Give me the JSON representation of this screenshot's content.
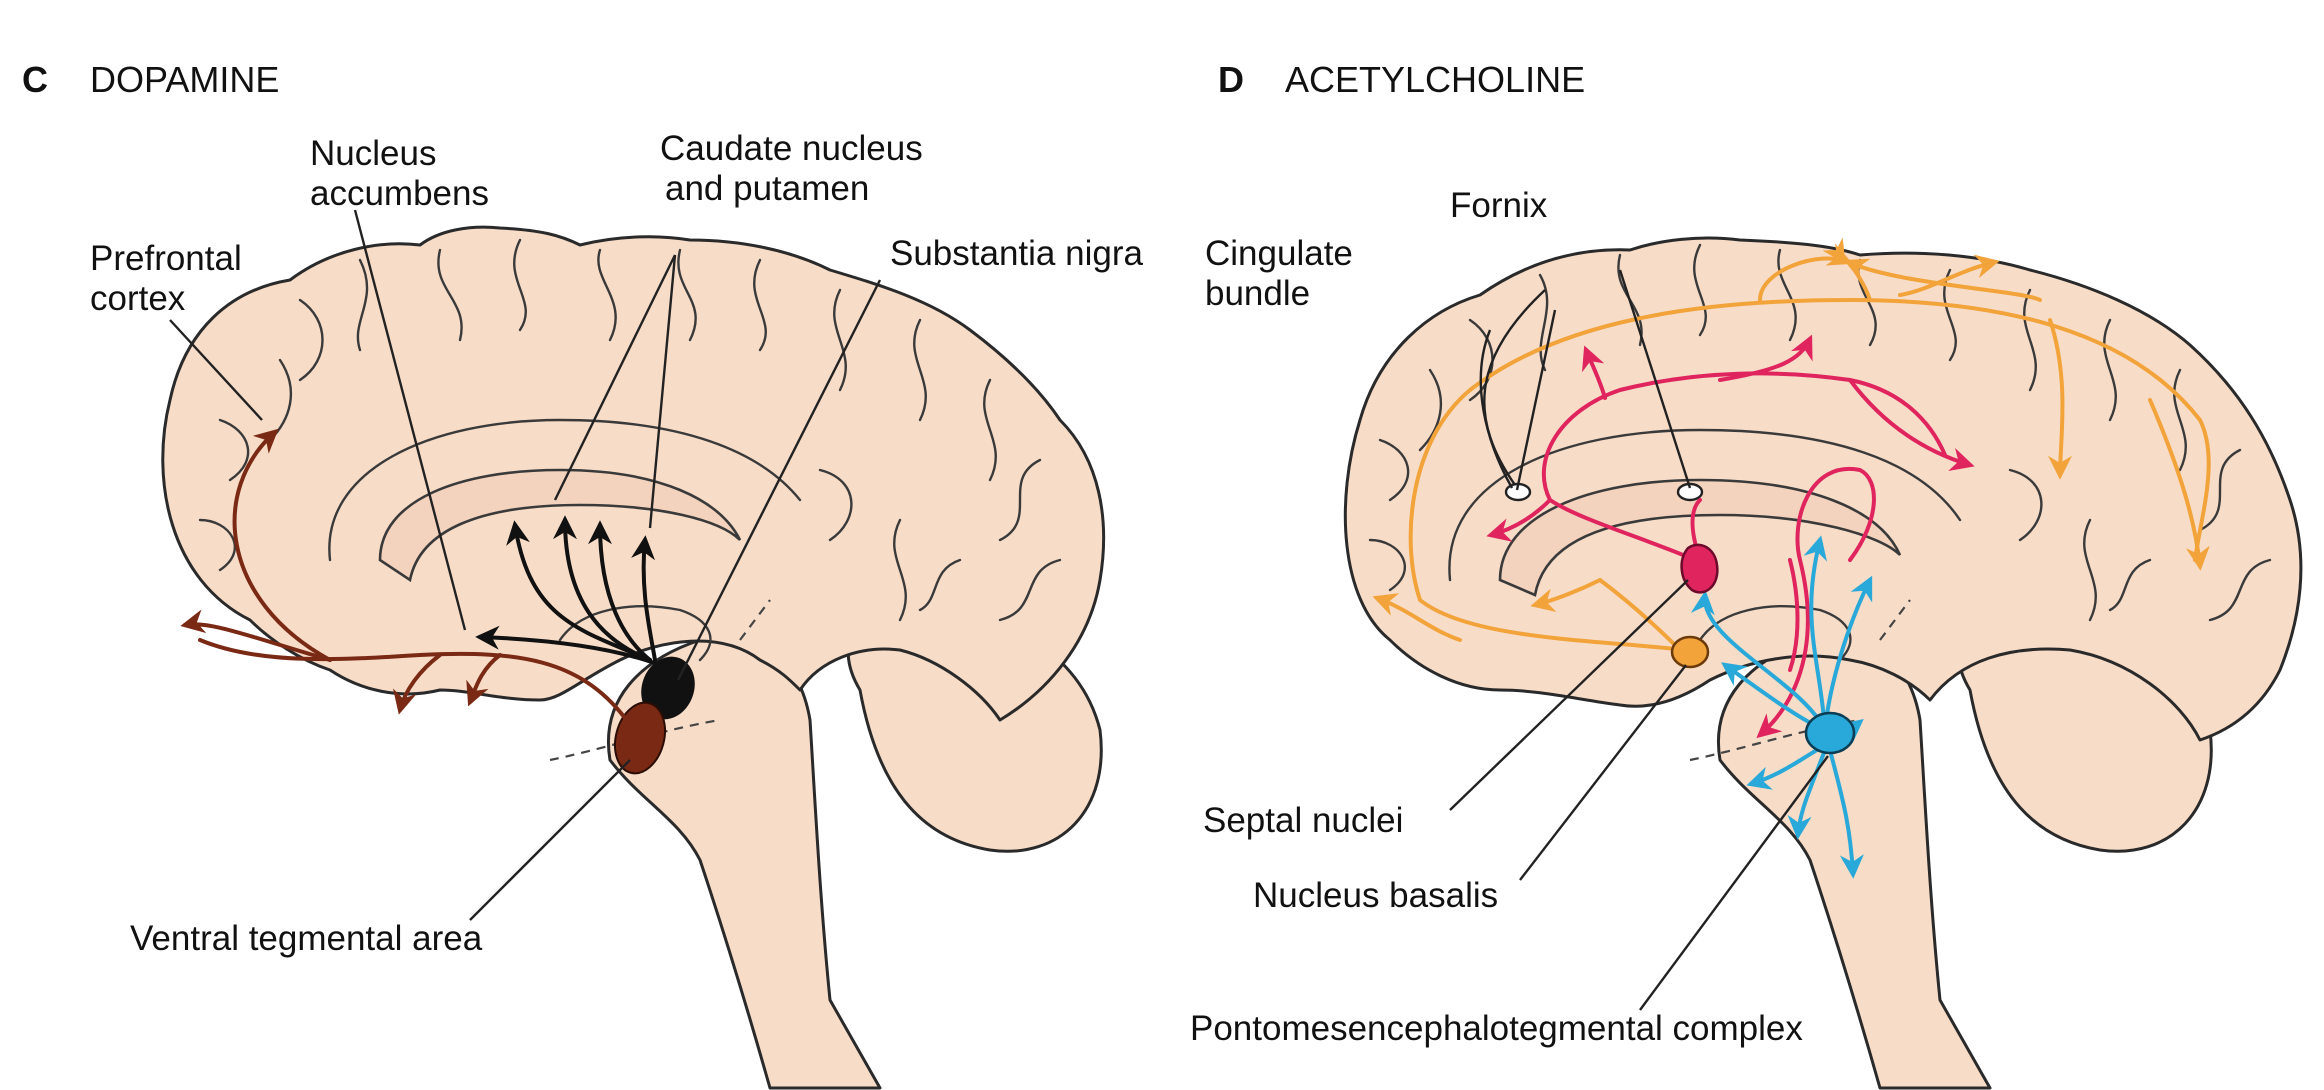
{
  "panels": [
    {
      "letter": "C",
      "title": "DOPAMINE",
      "labels": {
        "nucleus_accumbens_1": "Nucleus",
        "nucleus_accumbens_2": "accumbens",
        "caudate_1": "Caudate nucleus",
        "caudate_2": "and putamen",
        "substantia_nigra": "Substantia nigra",
        "prefrontal_1": "Prefrontal",
        "prefrontal_2": "cortex",
        "vta": "Ventral tegmental area"
      }
    },
    {
      "letter": "D",
      "title": "ACETYLCHOLINE",
      "labels": {
        "fornix": "Fornix",
        "cingulate_1": "Cingulate",
        "cingulate_2": "bundle",
        "septal": "Septal nuclei",
        "basalis": "Nucleus basalis",
        "ppt": "Pontomesencephalotegmental complex"
      }
    }
  ],
  "colors": {
    "brain_fill": "#f7dcc8",
    "outline": "#2a2a2a",
    "dopamine_vta": "#7a2a14",
    "dopamine_nigra": "#111111",
    "ach_septal": "#e0245e",
    "ach_basalis": "#f2a33a",
    "ach_ppt": "#29a9d9"
  }
}
